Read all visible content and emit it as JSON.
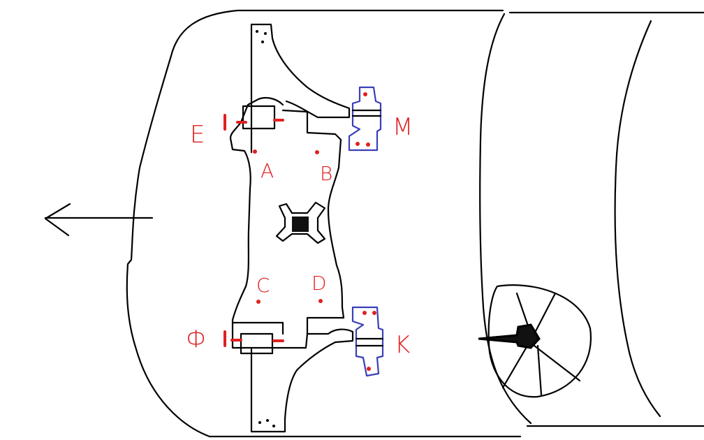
{
  "labels": {
    "e": "E",
    "a": "A",
    "b": "B",
    "m": "M",
    "c": "C",
    "d": "D",
    "f": "Ф",
    "k": "K"
  },
  "colors": {
    "outline": "#000000",
    "mounts": "#3a3fb8",
    "points": "#e02020"
  }
}
